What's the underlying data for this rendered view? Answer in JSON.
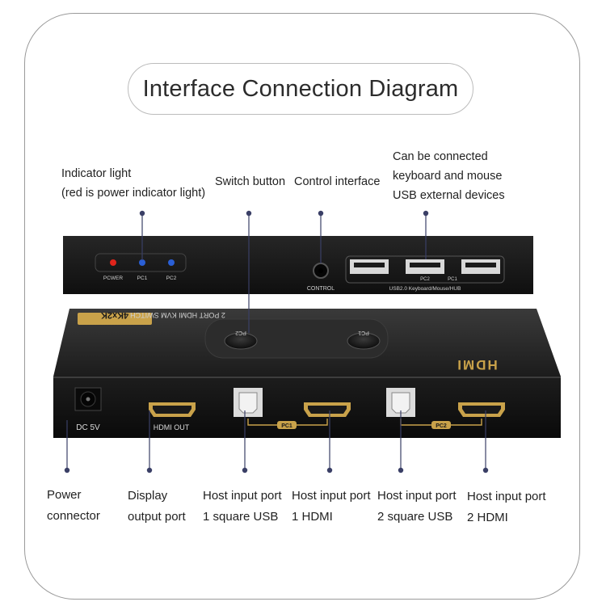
{
  "title": "Interface Connection Diagram",
  "callouts": {
    "indicator_line1": "Indicator light",
    "indicator_line2": "(red is power indicator light)",
    "switch_button": "Switch button",
    "control_interface": "Control interface",
    "usb_line1": "Can be connected",
    "usb_line2": "keyboard and mouse",
    "usb_line3": "USB external devices",
    "power_line1": "Power",
    "power_line2": "connector",
    "display_line1": "Display",
    "display_line2": "output port",
    "usb1_line1": "Host input port",
    "usb1_line2": "1 square USB",
    "hdmi1_line1": "Host input port",
    "hdmi1_line2": "1 HDMI",
    "usb2_line1": "Host input port",
    "usb2_line2": "2 square USB",
    "hdmi2_line1": "Host input port",
    "hdmi2_line2": "2 HDMI"
  },
  "device_front": {
    "led_power": "PCWER",
    "led_pc1": "PC1",
    "led_pc2": "PC2",
    "control_label": "CONTROL",
    "usb_group_label": "USB2.0 Keyboard/Mouse/HUB",
    "usb_pc2": "PC2",
    "usb_pc1": "PC1"
  },
  "device_top": {
    "badge": "4Kx2K",
    "model": "2 PORT HDMI KVM SWITCH",
    "btn_pc2": "PC2",
    "btn_pc1": "PC1",
    "brand": "HDMI"
  },
  "device_back": {
    "dc_label": "DC 5V",
    "hdmi_out_label": "HDMI OUT",
    "pc1_label": "PC1",
    "pc2_label": "PC2"
  },
  "colors": {
    "device_body": "#1e1e1e",
    "panel": "#111111",
    "gold": "#c9a24a",
    "led_red": "#e0241b",
    "led_blue": "#2a5fd6",
    "callout_line": "#3a3f66"
  }
}
